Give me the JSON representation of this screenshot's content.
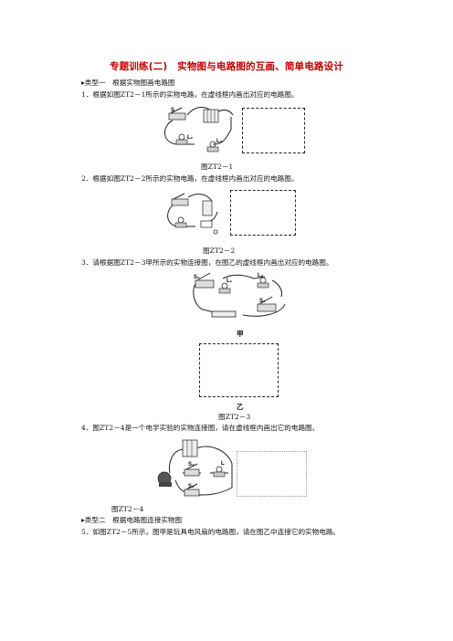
{
  "title": "专题训练(二)　实物图与电路图的互画、简单电路设计",
  "section1": "▸类型一　根据实物图画电路图",
  "q1": "1．根据如图ZT2－1所示的实物电路，在虚线框内画出对应的电路图。",
  "fig1_caption": "图ZT2－1",
  "q2": "2．根据如图ZT2－2所示的实物电路，在虚线框内画出对应的电路图。",
  "fig2_caption": "图ZT2－2",
  "q3": "3．请根据图ZT2－3甲所示的实物连接图，在图乙的虚线框内画出对应的电路图。",
  "fig3_label_a": "甲",
  "fig3_label_b": "乙",
  "fig3_caption": "图ZT2－3",
  "q4": "4．图ZT2－4是一个电学实验的实物连接图，请在虚线框内画出它的电路图。",
  "fig4_caption": "图ZT2－4",
  "section2": "▸类型二　根据电路图连接实物图",
  "q5": "5．如图ZT2－5所示，图甲是玩具电风扇的电路图，请在图乙中连接它的实物电路。",
  "component_labels": {
    "s1": "S₁",
    "s2": "S₂",
    "l1": "L₁",
    "l2": "L₂",
    "s": "S",
    "l": "L"
  }
}
